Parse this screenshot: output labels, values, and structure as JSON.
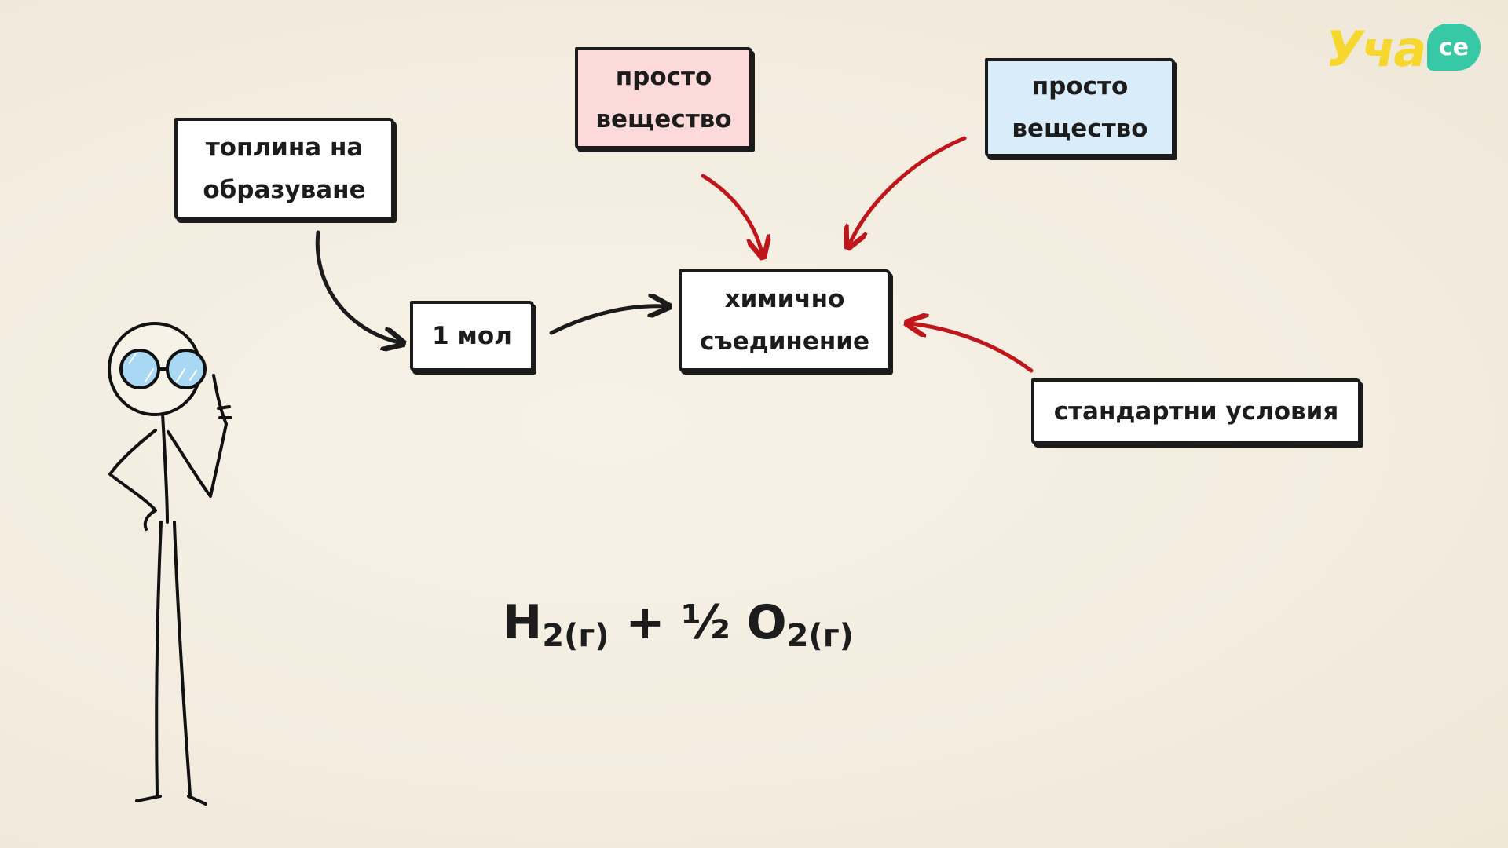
{
  "logo": {
    "text": "Уча",
    "badge": "се",
    "primary_color": "#f5d72e",
    "badge_color": "#37c9a5"
  },
  "boxes": {
    "heat_of_formation": "топлина на\nобразуване",
    "one_mole": "1 мол",
    "chemical_compound": "химично\nсъединение",
    "simple_substance_pink": "просто\nвещество",
    "simple_substance_blue": "просто\nвещество",
    "standard_conditions": "стандартни условия"
  },
  "formula": {
    "h": "H",
    "h_sub": "2(г)",
    "plus_half": " + ½ ",
    "o": "O",
    "o_sub": "2(г)"
  },
  "colors": {
    "ink": "#1b1b1b",
    "arrow_red": "#c0161b",
    "pink_fill": "#fcdada",
    "blue_fill": "#d9ecf9",
    "glasses": "#a9d8f5"
  },
  "icons": [
    "stick-figure-illustration",
    "logo"
  ]
}
